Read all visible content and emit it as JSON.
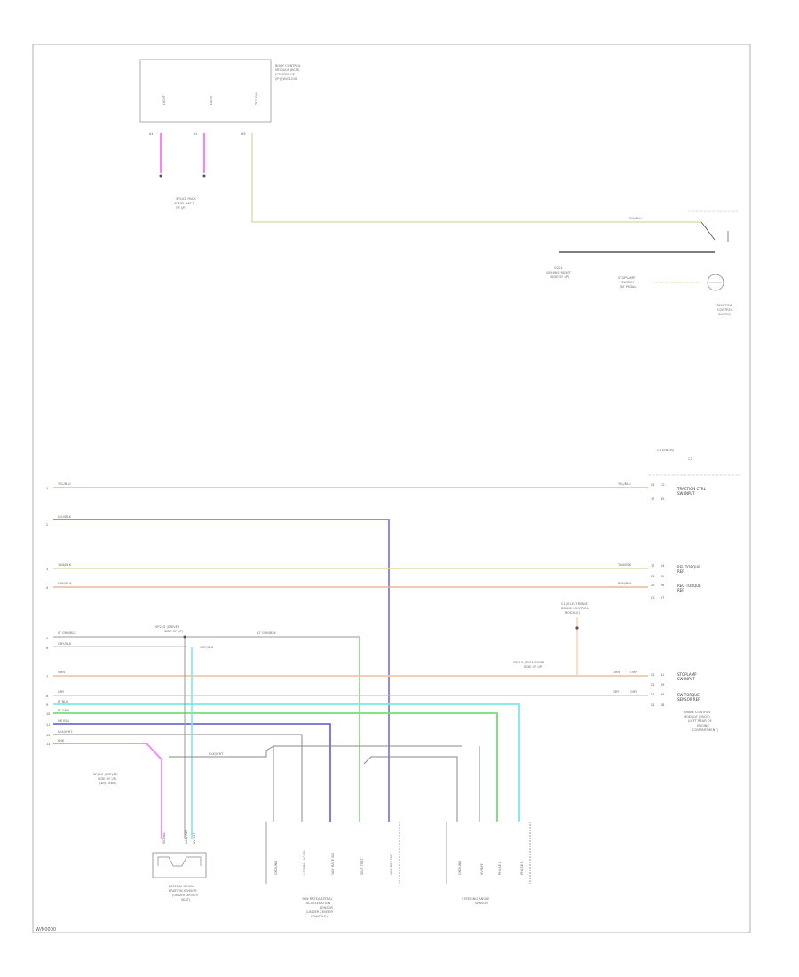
{
  "figure": {
    "id": "W/N0000"
  },
  "components": {
    "top_box": {
      "label_lines": [
        "BODY CONTROL",
        "MODULE (BCM)",
        "(CENTER OF",
        "I/P) (W/GLOVE"
      ],
      "pins": [
        "A1",
        "A1",
        "A9"
      ],
      "inner": [
        "LIGHT",
        "LIGHT",
        "TCS SW"
      ]
    },
    "splice_left": {
      "label_lines": [
        "SPLICE PACK",
        "SP205 (LEFT",
        "OF I/P)"
      ]
    },
    "traction_switch": {
      "label_lines": [
        "TRACTION",
        "CONTROL",
        "SWITCH"
      ]
    },
    "ground_left": {
      "label_lines": [
        "G201",
        "(BEHIND RIGHT",
        "SIDE OF I/P)"
      ]
    },
    "stoplamp": {
      "label_lines": [
        "STOPLAMP",
        "SWITCH",
        "(AT PEDAL)"
      ]
    },
    "ebcm": {
      "label_lines": [
        "BRAKE CONTROL",
        "MODULE (EBCM)",
        "(LEFT REAR OF",
        "ENGINE",
        "COMPARTMENT)"
      ]
    },
    "connector_top_right": {
      "label_lines": [
        "C1 (EBCM)",
        "C2"
      ]
    },
    "stoplamp_splice": {
      "label_lines": [
        "C1 (ELECTRONIC",
        "BRAKE CONTROL",
        "MODULE)"
      ]
    },
    "yaw_sensor_left": {
      "label_lines": [
        "LATERAL ACCEL-",
        "ERATION SENSOR",
        "(UNDER DRIVER",
        "SEAT)"
      ]
    },
    "yaw_sensor_mid": {
      "label_lines": [
        "YAW RATE/LATERAL",
        "ACCELERATION",
        "SENSOR",
        "(UNDER CENTER",
        "CONSOLE)"
      ]
    },
    "steering_sensor": {
      "label_lines": [
        "STEERING ANGLE",
        "SENSOR"
      ]
    },
    "splice_mid": {
      "label_lines": [
        "SP215 (PASSENGER",
        "SIDE OF I/P)"
      ]
    },
    "splice_low": {
      "label_lines": [
        "SP210 (DRIVER",
        "SIDE OF I/P)",
        "(W/O ABS)"
      ]
    }
  },
  "wires": [
    {
      "id": "w1",
      "label": "YEL/BLU",
      "color": "#c9c98a"
    },
    {
      "id": "w2",
      "label": "BLU/BLK",
      "color": "#8080e6"
    },
    {
      "id": "w3",
      "label": "TAN/BLK",
      "color": "#e6d8a8"
    },
    {
      "id": "w4",
      "label": "BRN/BLK",
      "color": "#e6b89a"
    },
    {
      "id": "w5",
      "label": "LT GRN/BLK",
      "color": "#9a9a9a"
    },
    {
      "id": "w6",
      "label": "ORN",
      "color": "#f5c7a0"
    },
    {
      "id": "w7",
      "label": "GRY",
      "color": "#b8b8b8"
    },
    {
      "id": "w8",
      "label": "LT BLU",
      "color": "#7fe6ef"
    },
    {
      "id": "w9",
      "label": "LT GRN",
      "color": "#74df74"
    },
    {
      "id": "w10",
      "label": "DK BLU",
      "color": "#6f6fd8"
    },
    {
      "id": "w11",
      "label": "PNK",
      "color": "#ff7fff"
    }
  ],
  "colors": {
    "pink": "#ff7fff",
    "yellow": "#d6d69a",
    "blue": "#7070e0",
    "green": "#66dd66",
    "cyan": "#66e6f0",
    "orange": "#f6c8a2",
    "tan": "#eadcb0",
    "brown": "#e6b89a",
    "gray": "#8a8a8a"
  }
}
